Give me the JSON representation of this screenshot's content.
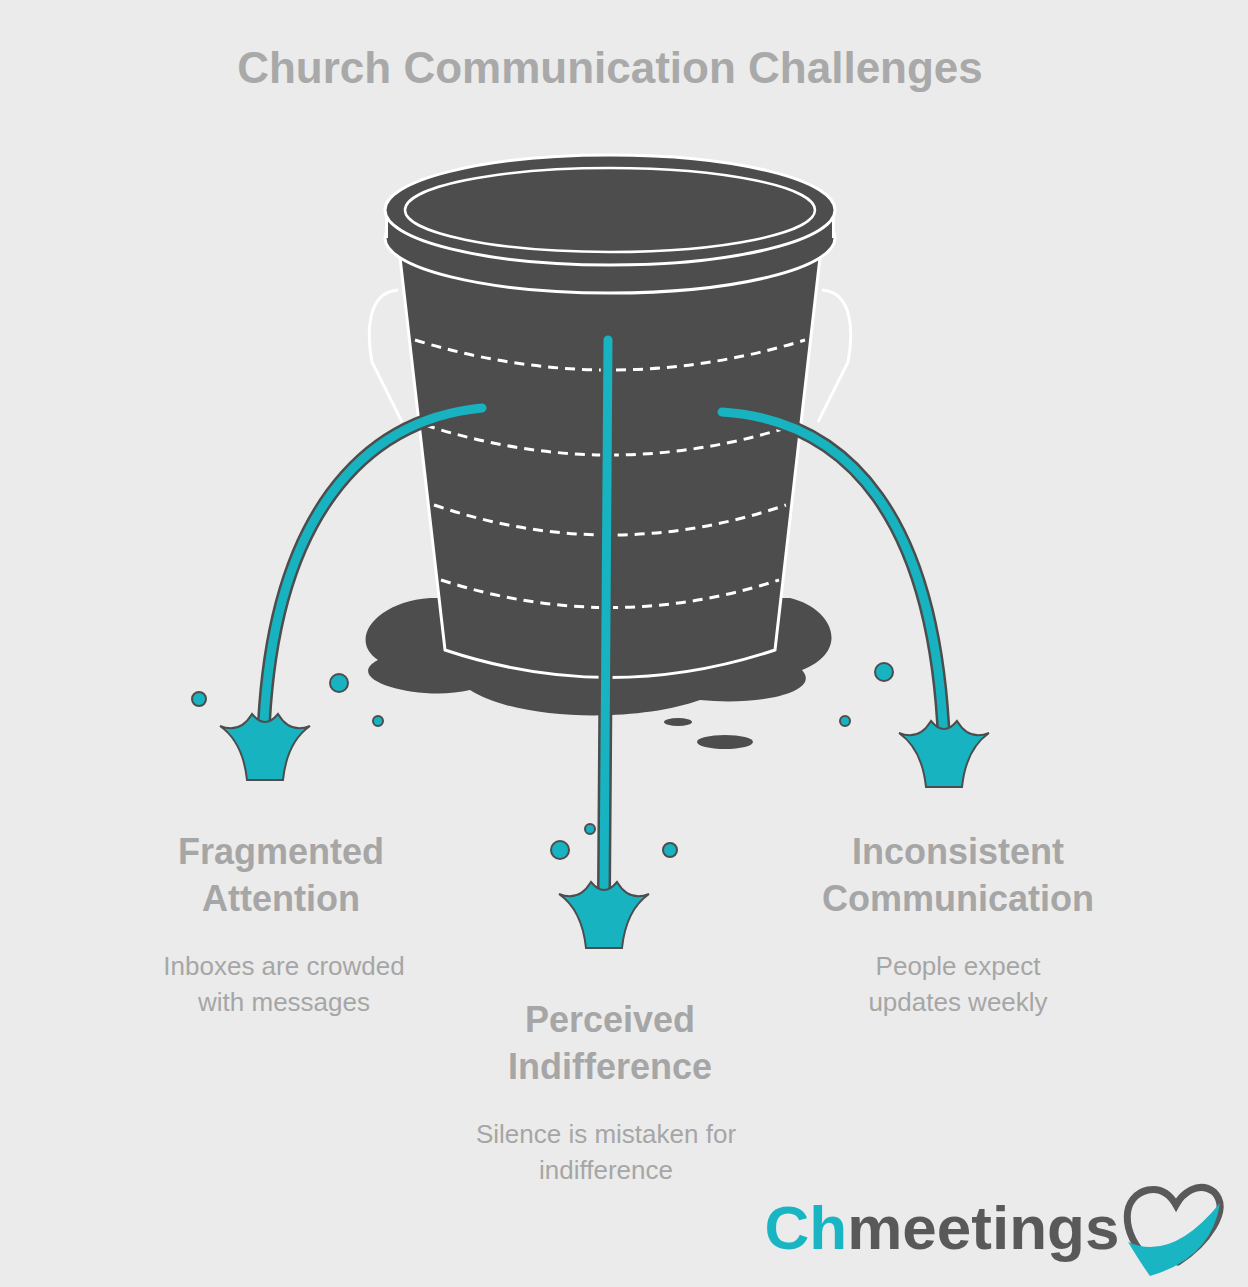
{
  "diagram": {
    "title": "Church Communication Challenges",
    "labels": [
      "Fragmented Attention",
      "Inboxes are crowded with messages",
      "Perceived Indifference",
      "Silence is mistaken for indifference",
      "Inconsistent Communication",
      "People expect updates weekly",
      "Chmeetings"
    ]
  }
}
